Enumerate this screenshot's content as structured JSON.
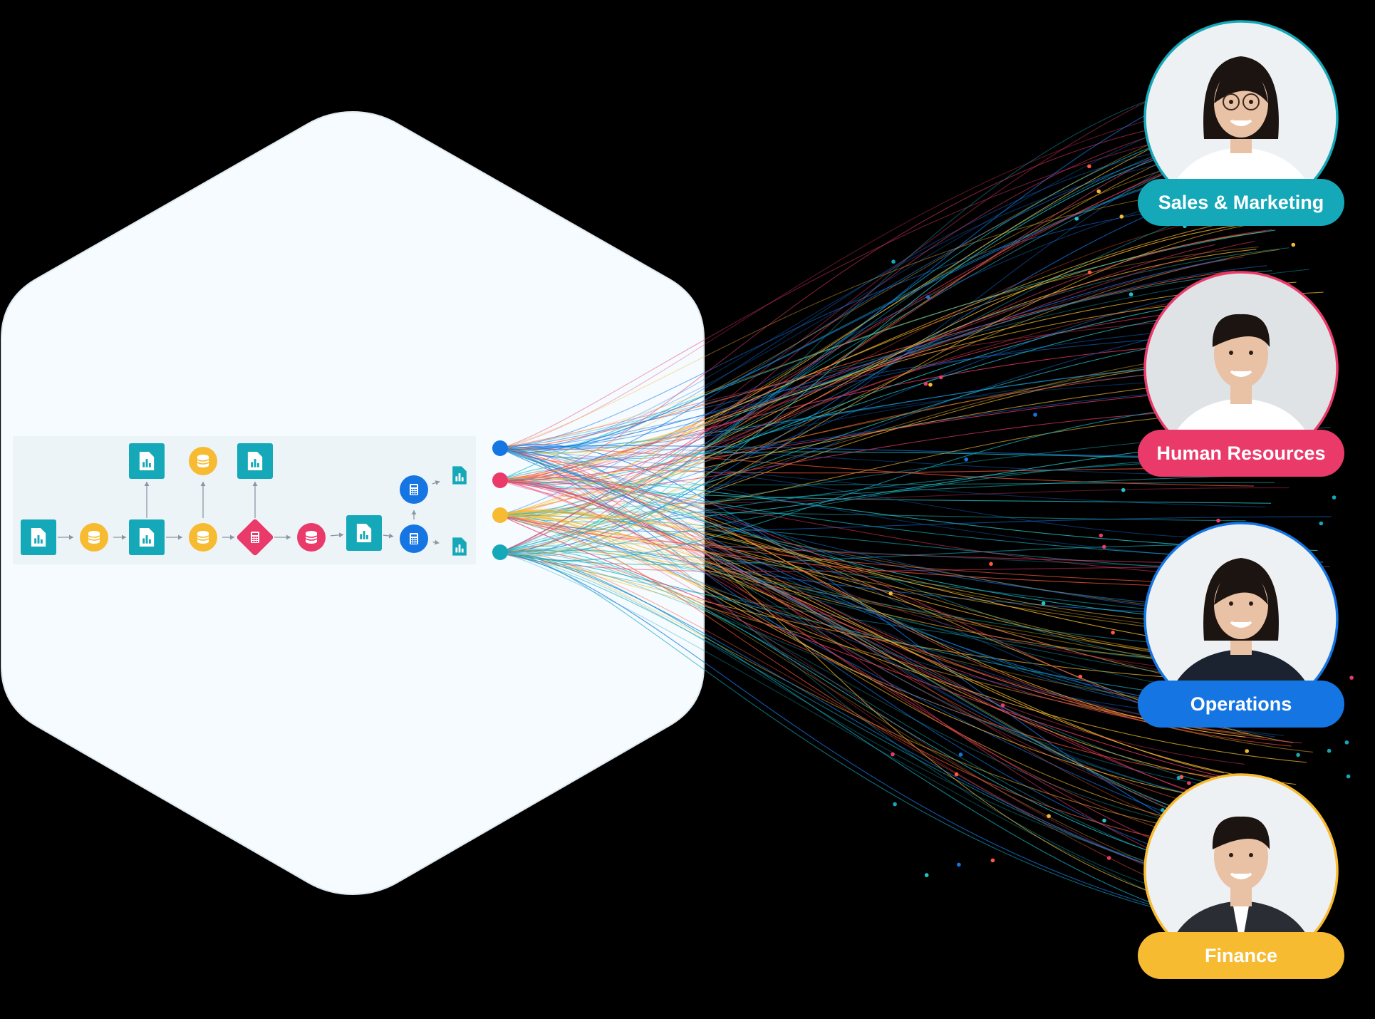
{
  "colors": {
    "background": "#000000",
    "panel_fill": "#f5fbfe",
    "teal": "#14a8b8",
    "yellow": "#f7bb32",
    "pink": "#ea3a6a",
    "blue": "#1576e3",
    "line_colors": [
      "#14a8b8",
      "#ea3a6a",
      "#1576e3",
      "#f7bb32",
      "#25c3c8",
      "#ff5a3c"
    ]
  },
  "workflow_nodes": [
    {
      "id": "n1",
      "kind": "report",
      "color": "teal",
      "icon": "report-icon"
    },
    {
      "id": "n2",
      "kind": "database",
      "color": "yellow",
      "icon": "database-icon"
    },
    {
      "id": "n3",
      "kind": "report",
      "color": "teal",
      "icon": "report-icon"
    },
    {
      "id": "n4",
      "kind": "report",
      "color": "teal",
      "icon": "report-icon"
    },
    {
      "id": "n5",
      "kind": "database",
      "color": "yellow",
      "icon": "database-icon"
    },
    {
      "id": "n6",
      "kind": "database",
      "color": "yellow",
      "icon": "database-icon"
    },
    {
      "id": "n7",
      "kind": "report",
      "color": "teal",
      "icon": "report-icon"
    },
    {
      "id": "n8",
      "kind": "calculator-diamond",
      "color": "pink",
      "icon": "calculator-icon"
    },
    {
      "id": "n9",
      "kind": "database",
      "color": "pink",
      "icon": "database-icon"
    },
    {
      "id": "n10",
      "kind": "report",
      "color": "teal",
      "icon": "report-icon"
    },
    {
      "id": "n11",
      "kind": "calculator",
      "color": "blue",
      "icon": "calculator-icon"
    },
    {
      "id": "n12",
      "kind": "calculator",
      "color": "blue",
      "icon": "calculator-icon"
    },
    {
      "id": "n13",
      "kind": "report-small",
      "color": "teal",
      "icon": "report-icon"
    },
    {
      "id": "n14",
      "kind": "report-small",
      "color": "teal",
      "icon": "report-icon"
    }
  ],
  "output_ports": [
    {
      "color": "blue"
    },
    {
      "color": "pink"
    },
    {
      "color": "yellow"
    },
    {
      "color": "teal"
    }
  ],
  "departments": [
    {
      "label": "Sales & Marketing",
      "color": "teal",
      "avatar": "woman-with-glasses-avatar"
    },
    {
      "label": "Human Resources",
      "color": "pink",
      "avatar": "smiling-man-avatar"
    },
    {
      "label": "Operations",
      "color": "blue",
      "avatar": "dark-haired-woman-avatar"
    },
    {
      "label": "Finance",
      "color": "yellow",
      "avatar": "man-in-suit-avatar"
    }
  ]
}
